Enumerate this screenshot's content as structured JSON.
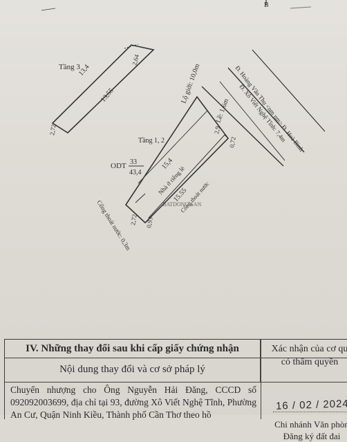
{
  "plan": {
    "marker_b": "B",
    "tang3": {
      "label": "Tầng 3",
      "top_len": "13,4",
      "inner_len": "13,55",
      "right_w": "2,64",
      "left_w": "2,72"
    },
    "tang12": {
      "label": "Tầng 1, 2"
    },
    "odt": {
      "label": "ODT",
      "num": "33",
      "den": "43,4"
    },
    "parcel": {
      "top_len": "15,4",
      "bottom_len": "15.55",
      "house_label": "Nhà ở riêng lẻ",
      "drain_label": "Cống thoát nước",
      "left_w": "2,72",
      "left_small": "0,93",
      "right_w1": "2,9",
      "right_w2": "0,72"
    },
    "lo_gioi": "Lộ giới: 10,0m",
    "le": "Lề: 1,6m",
    "road1": "Đ. Hoàng Văn Thụ <nm nm> Đ. Hoà Bình",
    "road2": "Đ. Xô Viết Nghệ Tĩnh: 7,4m",
    "drain_side": "Cống thoát nước: 0,3m",
    "watermark": "BATDONG SAN"
  },
  "table": {
    "title": "IV. Những thay đổi sau khi cấp giấy chứng nhận",
    "col1_header": "Nội dung thay đổi và cơ sở pháp lý",
    "col2_header_line1": "Xác nhận của cơ qu",
    "col2_header_line2": "có thẩm quyền",
    "body_text": "Chuyển nhượng cho Ông Nguyễn Hải Đăng, CCCD số 092092003699, địa chỉ tại 93, đường Xô Viết Nghệ Tĩnh, Phường An Cư, Quận Ninh Kiều, Thành phố Cần Thơ theo hồ",
    "date": "16 / 02 / 2024",
    "agency_line1": "Chi nhánh Văn phòn",
    "agency_line2": "Đăng ký đất đai"
  }
}
